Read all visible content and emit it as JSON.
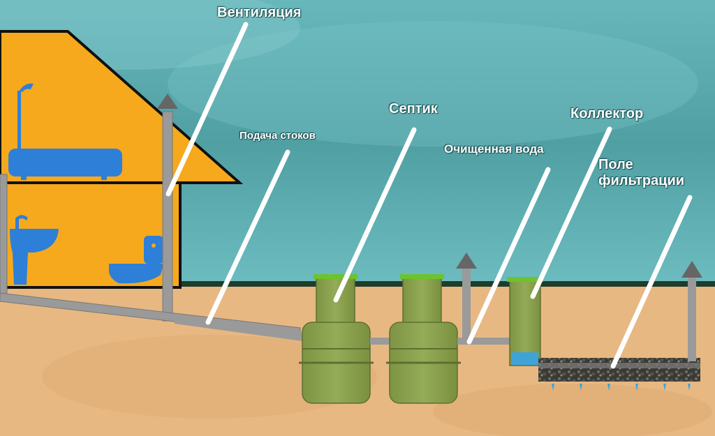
{
  "labels": {
    "ventilation": "Вентиляция",
    "supply": "Подача стоков",
    "septic": "Септик",
    "clean_water": "Очищенная вода",
    "collector": "Коллектор",
    "field_line1": "Поле",
    "field_line2": "фильтрации"
  },
  "colors": {
    "sky": "#5fb0b4",
    "soil": "#e8b883",
    "house": "#f6a91c",
    "tank": "#8aa04e",
    "lid": "#6dc22e",
    "pipe": "#9a9a9a",
    "fixture": "#2e7fd8",
    "grass": "#1f3d2b",
    "pointer": "#ffffff"
  }
}
